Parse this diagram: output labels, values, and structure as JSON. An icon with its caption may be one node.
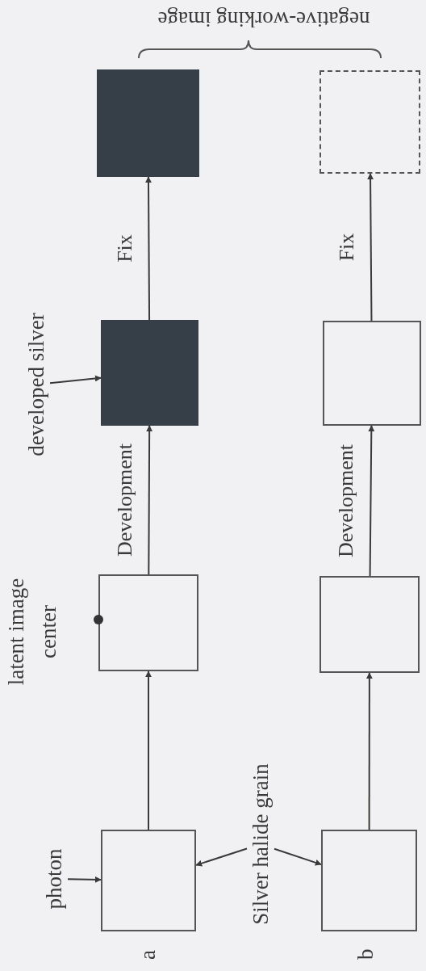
{
  "diagram": {
    "nodes": [
      {
        "text": [
          "photon"
        ]
      },
      {
        "text": [
          "Silver halide grain"
        ]
      },
      {
        "text": [
          "developed silver"
        ]
      },
      {
        "text": [],
        "shape": "box"
      },
      {
        "text": [],
        "shape": "box",
        "beside": [
          "latent image center"
        ]
      },
      {
        "text": [],
        "shape": "box"
      },
      {
        "text": [],
        "shape": "box"
      },
      {
        "text": [],
        "shape": "box"
      },
      {
        "text": [],
        "shape": "box"
      },
      {
        "text": [],
        "shape": "box"
      },
      {
        "text": [],
        "shape": "box"
      }
    ],
    "edges": [
      {
        "from": 0,
        "to": 3,
        "arrow": "to"
      },
      {
        "from": 1,
        "to": 3,
        "arrow": "to"
      },
      {
        "from": 1,
        "to": 7,
        "arrow": "to"
      },
      {
        "from": 2,
        "to": 5,
        "arrow": "to"
      },
      {
        "from": 3,
        "to": 4,
        "arrow": "to"
      },
      {
        "from": 4,
        "to": 5,
        "arrow": "to",
        "label": "Development"
      },
      {
        "from": 5,
        "to": 6,
        "arrow": "to",
        "label": "Fix"
      },
      {
        "from": 7,
        "to": 8,
        "arrow": "to"
      },
      {
        "from": 8,
        "to": 9,
        "arrow": "to",
        "label": "Development"
      },
      {
        "from": 9,
        "to": 10,
        "arrow": "to",
        "label": "Fix"
      }
    ],
    "labels": [
      "a",
      "b",
      "negative-working image"
    ]
  }
}
